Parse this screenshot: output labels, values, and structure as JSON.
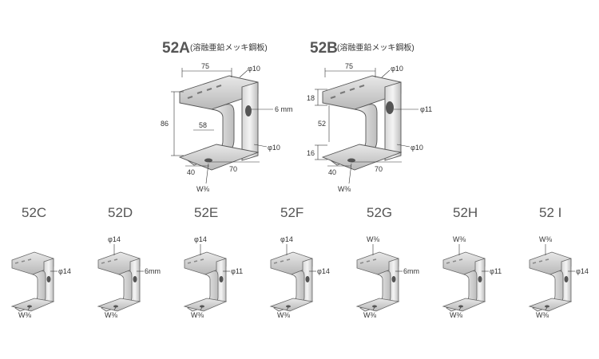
{
  "top": [
    {
      "model": "52A",
      "material": "(溶融亜鉛メッキ鋼板)",
      "dims": {
        "top_width": "75",
        "height": "86",
        "inner": "58",
        "bottom_left": "40",
        "bottom_right": "70"
      },
      "holes": {
        "top": "φ10",
        "side": "6 mm",
        "bottom": "φ10"
      },
      "thread": "W⅜"
    },
    {
      "model": "52B",
      "material": "(溶融亜鉛メッキ鋼板)",
      "dims": {
        "top_width": "75",
        "top_seg": "18",
        "mid_seg": "52",
        "bot_seg": "16",
        "bottom_left": "40",
        "bottom_right": "70"
      },
      "holes": {
        "top": "φ10",
        "side": "φ11",
        "bottom": "φ10"
      },
      "thread": "W⅜"
    }
  ],
  "bottom": [
    {
      "model": "52C",
      "top_label": "",
      "side_label": "φ14",
      "bottom_label": "W⅜"
    },
    {
      "model": "52D",
      "top_label": "φ14",
      "side_label": "6mm",
      "bottom_label": "W⅜"
    },
    {
      "model": "52E",
      "top_label": "φ14",
      "side_label": "φ11",
      "bottom_label": "W⅜"
    },
    {
      "model": "52F",
      "top_label": "φ14",
      "side_label": "φ14",
      "bottom_label": "W⅜"
    },
    {
      "model": "52G",
      "top_label": "W⅜",
      "side_label": "6mm",
      "bottom_label": "W⅜"
    },
    {
      "model": "52H",
      "top_label": "W⅜",
      "side_label": "φ11",
      "bottom_label": "W⅜"
    },
    {
      "model": "52 I",
      "top_label": "W⅜",
      "side_label": "φ14",
      "bottom_label": "W⅜"
    }
  ]
}
